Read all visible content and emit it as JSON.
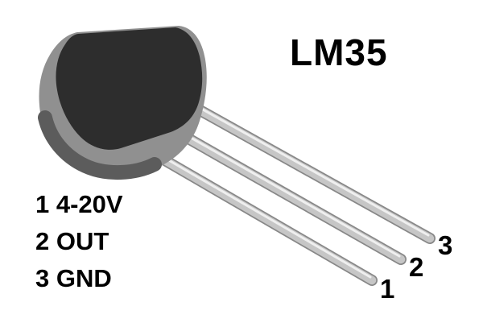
{
  "title": "LM35",
  "pin_functions": [
    "1 4-20V",
    "2 OUT",
    "3 GND"
  ],
  "pin_numbers": [
    "1",
    "2",
    "3"
  ],
  "colors": {
    "background": "#ffffff",
    "text": "#000000",
    "package_face": "#2d2d2d",
    "package_body": "#909090",
    "package_shadow": "#5c5c5c",
    "lead_outline": "#888888",
    "lead_fill": "#c6c6c6",
    "lead_highlight": "#efefef"
  }
}
